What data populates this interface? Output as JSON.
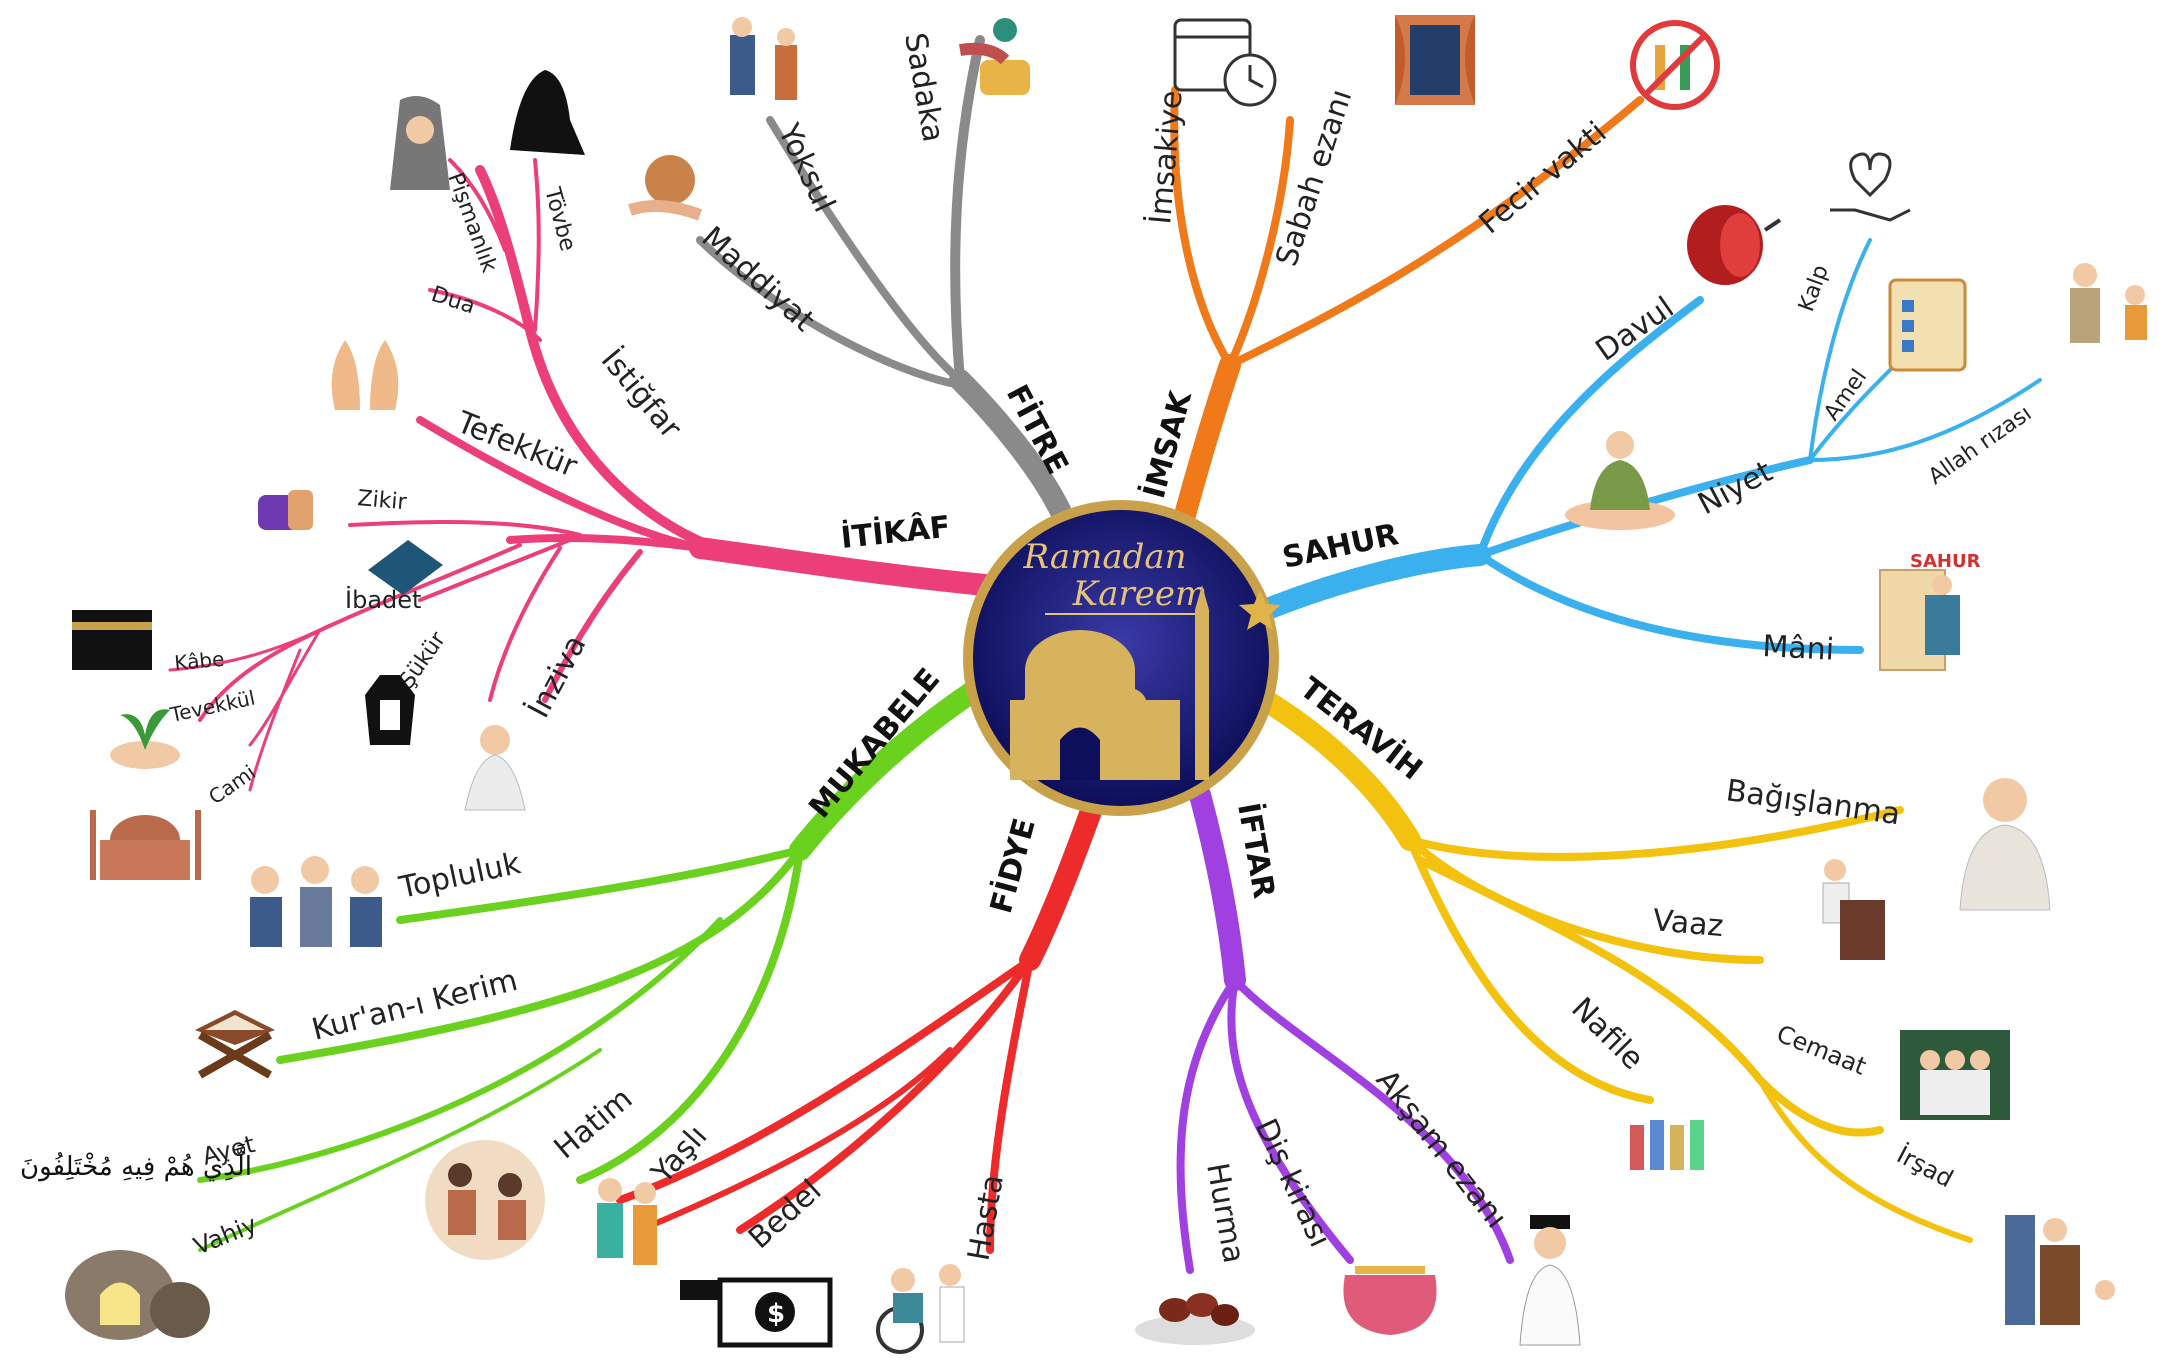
{
  "center": {
    "line1": "Ramadan",
    "line2": "Kareem"
  },
  "branches": {
    "itikaf": {
      "label": "İTİKÂF",
      "color": "#ec3f7a",
      "sub": {
        "istigfar": "İstiğfar",
        "pismanlik": "Pişmanlık",
        "tovbe": "Tövbe",
        "dua": "Dua",
        "tefekkur": "Tefekkür",
        "zikir": "Zikir",
        "ibadet": "İbadet",
        "kabe": "Kâbe",
        "tevekkul": "Tevekkül",
        "cami": "Cami",
        "sukur": "Şükür",
        "inziva": "İnziva"
      }
    },
    "fitre": {
      "label": "FİTRE",
      "color": "#8a8a8a",
      "sub": {
        "sadaka": "Sadaka",
        "yoksul": "Yoksul",
        "maddiyat": "Maddiyat"
      }
    },
    "imsak": {
      "label": "İMSAK",
      "color": "#f07a1a",
      "sub": {
        "imsakiye": "İmsakiye",
        "sabah_ezani": "Sabah ezanı",
        "fecir_vakti": "Fecir vakti"
      }
    },
    "sahur": {
      "label": "SAHUR",
      "color": "#3ab0ef",
      "sub": {
        "davul": "Davul",
        "niyet": "Niyet",
        "kalp": "Kalp",
        "amel": "Amel",
        "allah_rizasi": "Allah rızası",
        "mani": "Mâni",
        "sahur_sign": "SAHUR"
      }
    },
    "teravih": {
      "label": "TERAVİH",
      "color": "#f3c20f",
      "sub": {
        "bagislanma": "Bağışlanma",
        "vaaz": "Vaaz",
        "nafile": "Nafile",
        "cemaat": "Cemaat",
        "irsad": "İrşad"
      }
    },
    "iftar": {
      "label": "İFTAR",
      "color": "#a040e0",
      "sub": {
        "aksam_ezani": "Akşam ezanı",
        "dis_kirasi": "Diş kirası",
        "hurma": "Hurma"
      }
    },
    "fidye": {
      "label": "FİDYE",
      "color": "#ee2b2b",
      "sub": {
        "yasli": "Yaşlı",
        "bedel": "Bedel",
        "hasta": "Hasta"
      }
    },
    "mukabele": {
      "label": "MUKABELE",
      "color": "#6ad11e",
      "sub": {
        "topluluk": "Topluluk",
        "kuran": "Kur'an-ı Kerim",
        "hatim": "Hatim",
        "ayet": "Ayet",
        "vahiy": "Vahiy",
        "arabic": "الَّذِي هُمْ فِيهِ مُخْتَلِفُونَ"
      }
    }
  },
  "icons": [
    "praying-woman-icon",
    "prostration-icon",
    "hands-icon",
    "counter-icon",
    "prayer-mat-icon",
    "kaaba-icon",
    "seedling-icon",
    "mosque-icon",
    "lantern-icon",
    "reading-man-icon",
    "giving-icon",
    "charity-icon",
    "money-bag-icon",
    "calendar-clock-icon",
    "window-icon",
    "no-food-icon",
    "drum-icon",
    "heart-hand-icon",
    "checklist-icon",
    "old-man-icon",
    "eating-woman-icon",
    "scroll-icon",
    "praying-man-icon",
    "preacher-icon",
    "group-prayer-icon",
    "congregation-icon",
    "teacher-icon",
    "calling-man-icon",
    "pouch-icon",
    "dates-icon",
    "wheelchair-icon",
    "money-icon",
    "elderly-couple-icon",
    "reading-pair-icon",
    "study-group-icon",
    "quran-stand-icon",
    "cave-icon"
  ]
}
